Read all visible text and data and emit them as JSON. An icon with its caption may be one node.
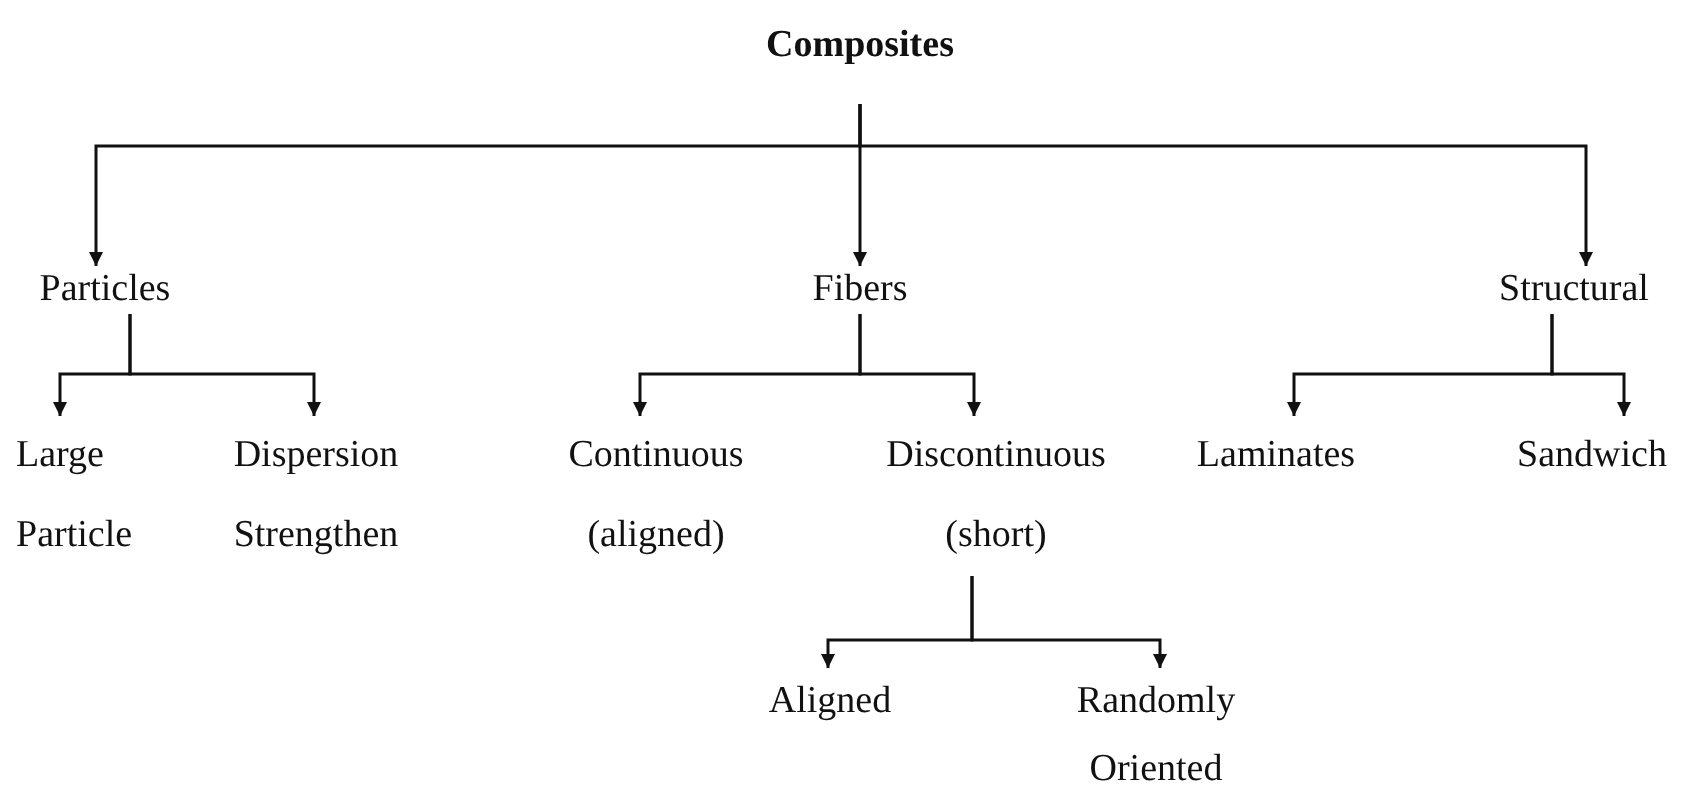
{
  "diagram": {
    "nodes": [
      {
        "text": [
          "Composites"
        ]
      },
      {
        "text": [
          "Particles"
        ]
      },
      {
        "text": [
          "Fibers"
        ]
      },
      {
        "text": [
          "Structural"
        ]
      },
      {
        "text": [
          "Large Particle"
        ]
      },
      {
        "text": [
          "Dispersion Strengthen"
        ]
      },
      {
        "text": [
          "Continuous (aligned)"
        ]
      },
      {
        "text": [
          "Discontinuous (short)"
        ]
      },
      {
        "text": [
          "Laminates"
        ]
      },
      {
        "text": [
          "Sandwich"
        ]
      },
      {
        "text": [
          "Aligned"
        ]
      },
      {
        "text": [
          "Randomly Oriented"
        ]
      }
    ],
    "edges": [
      {
        "from": 0,
        "to": 1,
        "arrow": "to"
      },
      {
        "from": 0,
        "to": 2,
        "arrow": "to"
      },
      {
        "from": 0,
        "to": 3,
        "arrow": "to"
      },
      {
        "from": 1,
        "to": 4,
        "arrow": "to"
      },
      {
        "from": 1,
        "to": 5,
        "arrow": "to"
      },
      {
        "from": 2,
        "to": 6,
        "arrow": "to"
      },
      {
        "from": 2,
        "to": 7,
        "arrow": "to"
      },
      {
        "from": 3,
        "to": 8,
        "arrow": "to"
      },
      {
        "from": 3,
        "to": 9,
        "arrow": "to"
      },
      {
        "from": 7,
        "to": 10,
        "arrow": "to"
      },
      {
        "from": 7,
        "to": 11,
        "arrow": "to"
      }
    ]
  }
}
